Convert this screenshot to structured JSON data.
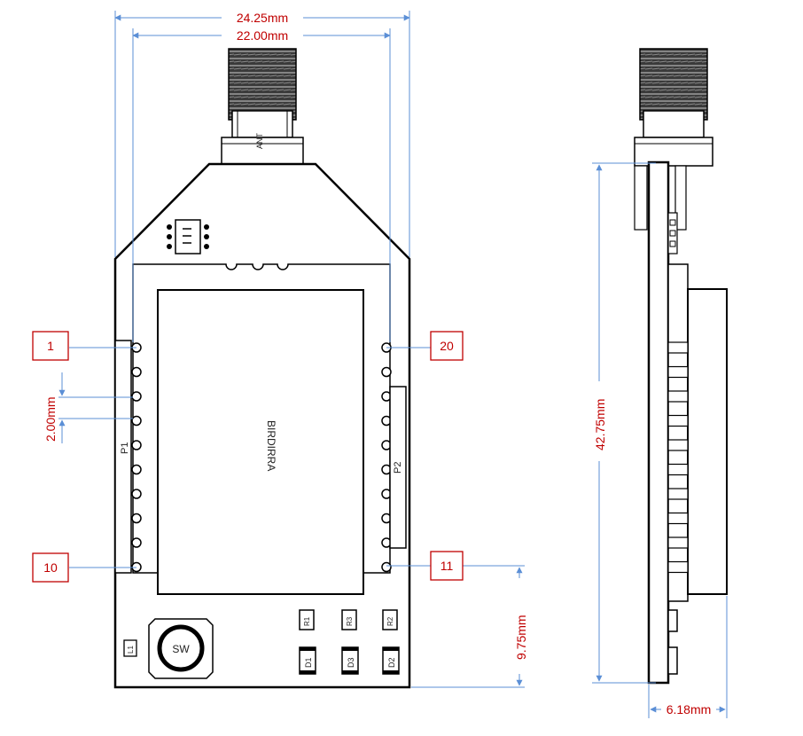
{
  "dimensions": {
    "total_width": "24.25mm",
    "pin_span": "22.00mm",
    "pin_pitch": "2.00mm",
    "bottom_offset": "9.75mm",
    "height": "42.75mm",
    "depth": "6.18mm"
  },
  "pins": {
    "p1_first": "1",
    "p1_last": "10",
    "p2_last": "11",
    "p2_first": "20"
  },
  "silkscreen": {
    "antenna": "ANT",
    "chip": "BIRDIRRA",
    "header_left": "P1",
    "header_right": "P2",
    "switch": "SW",
    "r1": "R1",
    "r2": "R2",
    "r3": "R3",
    "d1": "D1",
    "d2": "D2",
    "d3": "D3",
    "l1": "L1"
  },
  "colors": {
    "dimension_line": "#5b8fd6",
    "dimension_text": "#c00000",
    "pin_box": "#c00000",
    "outline": "#000000"
  }
}
